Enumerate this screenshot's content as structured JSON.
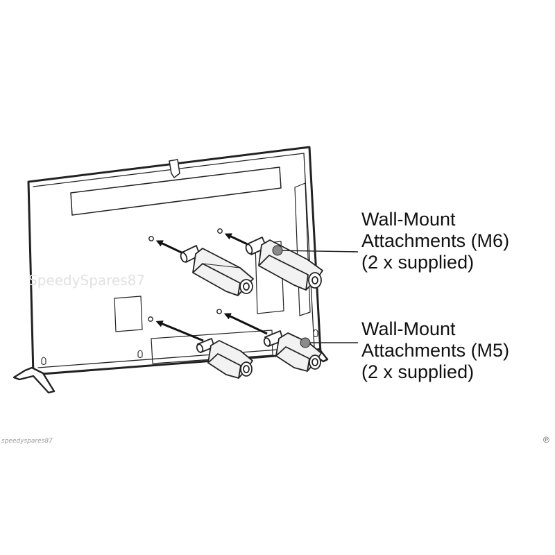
{
  "callouts": {
    "m6": {
      "line1": "Wall-Mount",
      "line2": "Attachments (M6)",
      "line3": "(2 x supplied)"
    },
    "m5": {
      "line1": "Wall-Mount",
      "line2": "Attachments (M5)",
      "line3": "(2 x supplied)"
    }
  },
  "watermarks": {
    "main": "SpeedySpares87",
    "footer": "speedyspares87"
  },
  "colors": {
    "line": "#222222",
    "attachment_fill": "#e6e6e6",
    "callout_dot": "#8a8a8a",
    "watermark": "#e1e1e1"
  },
  "icons": {
    "corner_mark": "ebay-logo-icon"
  }
}
